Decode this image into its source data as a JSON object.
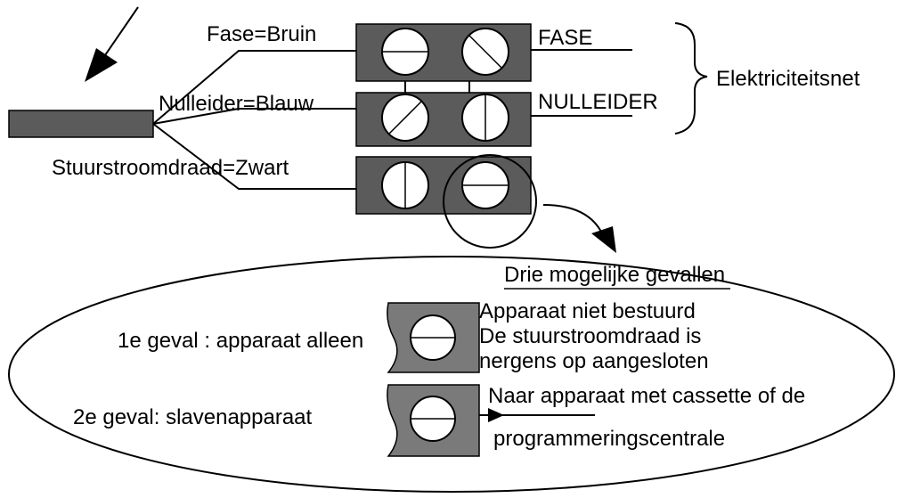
{
  "labels": {
    "fase_bruin": "Fase=Bruin",
    "nulleider_blauw": "Nulleider=Blauw",
    "stuurstroomdraad_zwart": "Stuurstroomdraad=Zwart",
    "fase": "FASE",
    "nulleider": "NULLEIDER",
    "elektriciteitsnet": "Elektriciteitsnet"
  },
  "cases": {
    "title": "Drie mogelijke gevallen",
    "case1": {
      "label": "1e geval : apparaat alleen",
      "lines": [
        "Apparaat niet bestuurd",
        "De stuurstroomdraad is",
        "nergens op aangesloten"
      ]
    },
    "case2": {
      "label": "2e geval: slavenapparaat",
      "line1": "Naar apparaat met cassette of de",
      "line2": "programmeringscentrale"
    }
  },
  "colors": {
    "block_fill": "#5b5b5b",
    "cable_fill": "#5b5b5b",
    "case_block_fill": "#7a7a7a",
    "stroke": "#000000",
    "terminal_fill": "#ffffff"
  }
}
